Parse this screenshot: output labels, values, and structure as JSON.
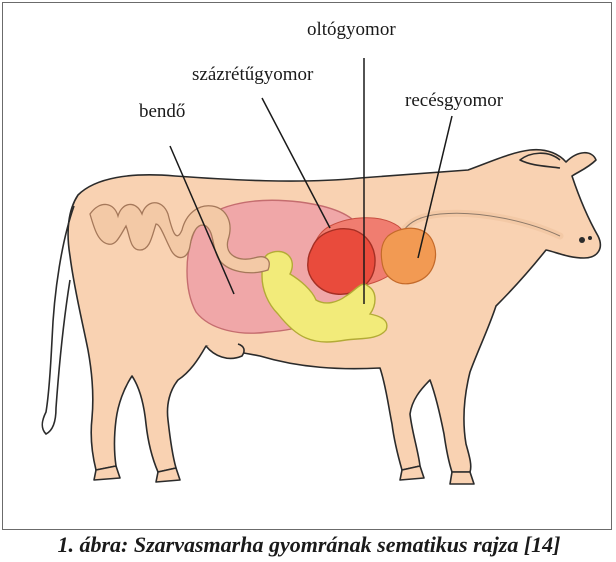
{
  "figure": {
    "labels": {
      "rumen": "bendő",
      "omasum": "százrétűgyomor",
      "abomasum": "oltógyomor",
      "reticulum": "recésgyomor"
    },
    "caption": "1. ábra: Szarvasmarha gyomrának sematikus rajza [14]",
    "colors": {
      "cow_body": "#f9d2b2",
      "outline": "#2b2b2b",
      "rumen": "#f0a7a8",
      "reticulum": "#f29a53",
      "abomasum": "#e94b3c",
      "omasum_area": "#f07d70",
      "intestine": "#f2eb7a",
      "intestine_loops": "#f3c9a6"
    }
  }
}
